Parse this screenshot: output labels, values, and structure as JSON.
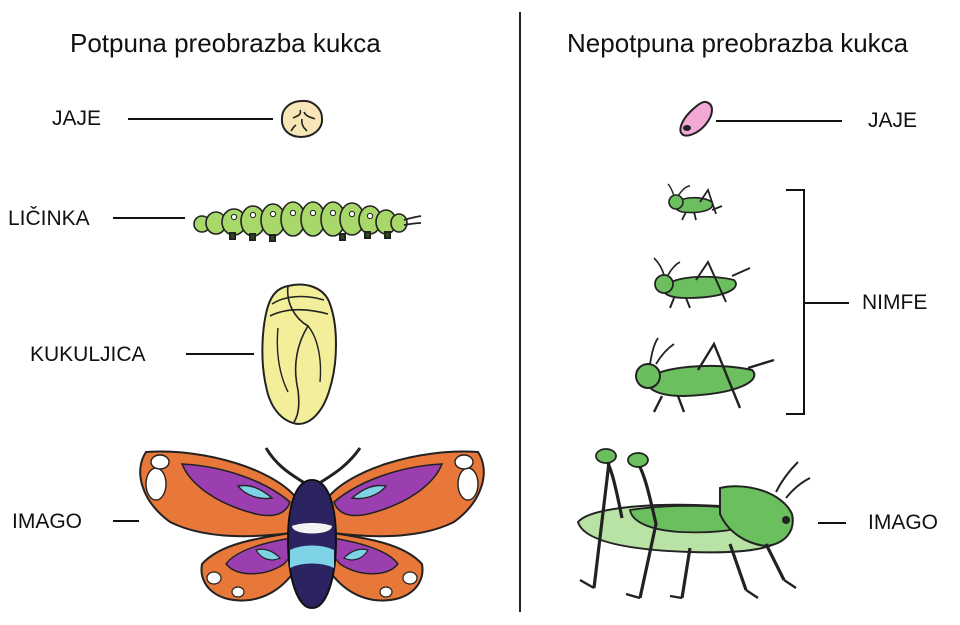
{
  "left": {
    "title": "Potpuna preobrazba kukca",
    "stages": {
      "egg": "JAJE",
      "larva": "LIČINKA",
      "pupa": "KUKULJICA",
      "adult": "IMAGO"
    }
  },
  "right": {
    "title": "Nepotpuna preobrazba kukca",
    "stages": {
      "egg": "JAJE",
      "nymphs": "NIMFE",
      "adult": "IMAGO"
    }
  },
  "colors": {
    "egg_left": "#f6e6b8",
    "egg_right": "#f3a9d6",
    "caterpillar": "#a8d86a",
    "pupa": "#f2ee9a",
    "moth_orange": "#e8773a",
    "moth_purple": "#9b3fb0",
    "moth_blue": "#7fd3e6",
    "moth_body": "#2a2360",
    "grasshopper": "#6cbf5e",
    "grasshopper_light": "#b9e3a5"
  }
}
